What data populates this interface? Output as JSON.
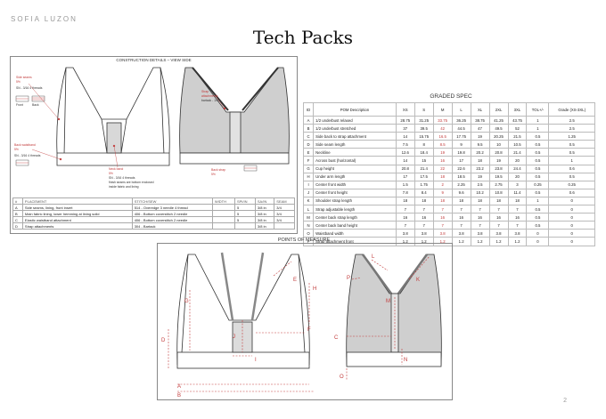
{
  "brand": "SOFIA LUZON",
  "page_title": "Tech Packs",
  "page_number": "2",
  "construction": {
    "title": "CONSTRUCTION DETAILS – VIEW SIDE",
    "notes": {
      "n1": "Side seams",
      "n1b": "5%",
      "n1c": "SN - 3/16 4 threads",
      "n2": "Back waistband",
      "n2b": "5%",
      "n2c": "SN - 3/16 4 threads",
      "n3": "Back strap",
      "n3b": "5%",
      "n4": "Neck band",
      "n4b": "5%",
      "n4c": "SN - 3/16 4 threads",
      "n4d": "finish seams are bottom enclosed",
      "n4e": "inside fabric and lining",
      "n5": "Strap",
      "n5b": "attachments",
      "n5c": "bartack - 1/4x",
      "front": "Front",
      "back": "Back"
    },
    "columns": [
      "#",
      "PLACEMENT",
      "STITCH/SEW",
      "WIDTH",
      "SPI/IN",
      "SA/IN",
      "SEAM"
    ],
    "rows": [
      [
        "A",
        "Side seams, lining, front insert",
        "514 - Overedge 3 needle 4 thread",
        "",
        "5",
        "3/8 in",
        "3/4"
      ],
      [
        "B",
        "Main fabric lining, lower hemming at lining solid",
        "406 - Bottom coverstitch 2 needle",
        "",
        "5",
        "3/8 in",
        "3/4"
      ],
      [
        "C",
        "Elastic waistband attachment",
        "406 - Bottom coverstitch 2 needle",
        "",
        "5",
        "3/8 in",
        "3/4"
      ],
      [
        "D",
        "Strap attachments",
        "304 - Bartack",
        "",
        "",
        "3/8 in",
        ""
      ]
    ]
  },
  "graded_spec": {
    "title": "GRADED SPEC",
    "headers": [
      "ID",
      "POM Description",
      "XS",
      "S",
      "M",
      "L",
      "XL",
      "2XL",
      "3XL",
      "TOL+/-",
      "Grade (XS-3XL)"
    ],
    "rows": [
      [
        "A",
        "1/2 underbust relaxed",
        "28.75",
        "31.25",
        "33.75",
        "36.25",
        "38.75",
        "41.25",
        "43.75",
        "1",
        "2.5"
      ],
      [
        "B",
        "1/2 underbust stretched",
        "37",
        "39.5",
        "42",
        "44.5",
        "47",
        "49.5",
        "52",
        "1",
        "2.5"
      ],
      [
        "C",
        "Side back to strap attachment",
        "14",
        "15.75",
        "16.5",
        "17.75",
        "19",
        "20.25",
        "21.5",
        "0.5",
        "1.25"
      ],
      [
        "D",
        "Side seam length",
        "7.5",
        "8",
        "8.5",
        "9",
        "9.5",
        "10",
        "10.5",
        "0.5",
        "0.5"
      ],
      [
        "E",
        "Neckline",
        "12.6",
        "18.4",
        "19",
        "19.8",
        "20.2",
        "20.8",
        "21.4",
        "0.5",
        "0.5"
      ],
      [
        "F",
        "Across bust (horizontal)",
        "14",
        "15",
        "16",
        "17",
        "18",
        "19",
        "20",
        "0.5",
        "1"
      ],
      [
        "G",
        "Cup height",
        "20.8",
        "21.4",
        "22",
        "22.6",
        "23.2",
        "23.8",
        "24.4",
        "0.5",
        "0.6"
      ],
      [
        "H",
        "Under arm length",
        "17",
        "17.5",
        "18",
        "18.5",
        "19",
        "19.5",
        "20",
        "0.5",
        "0.5"
      ],
      [
        "I",
        "Center front width",
        "1.5",
        "1.75",
        "2",
        "2.25",
        "2.5",
        "2.75",
        "3",
        "0.25",
        "0.25"
      ],
      [
        "J",
        "Center front height",
        "7.8",
        "8.4",
        "9",
        "9.6",
        "10.2",
        "10.8",
        "11.4",
        "0.5",
        "0.6"
      ],
      [
        "K",
        "Shoulder strap length",
        "18",
        "18",
        "18",
        "18",
        "18",
        "18",
        "18",
        "1",
        "0"
      ],
      [
        "L",
        "Strap adjustable length",
        "7",
        "7",
        "7",
        "7",
        "7",
        "7",
        "7",
        "0.5",
        "0"
      ],
      [
        "M",
        "Center back strap length",
        "16",
        "16",
        "16",
        "16",
        "16",
        "16",
        "16",
        "0.5",
        "0"
      ],
      [
        "N",
        "Center back band height",
        "7",
        "7",
        "7",
        "7",
        "7",
        "7",
        "7",
        "0.5",
        "0"
      ],
      [
        "O",
        "Waistband width",
        "3.8",
        "3.8",
        "3.8",
        "3.8",
        "3.8",
        "3.8",
        "3.8",
        "0",
        "0"
      ],
      [
        "P",
        "Strap attachment front",
        "1.2",
        "1.2",
        "1.2",
        "1.2",
        "1.2",
        "1.2",
        "1.2",
        "0",
        "0"
      ]
    ]
  },
  "pom": {
    "title": "POINTS OF MEASURE",
    "front_labels": [
      "A",
      "B",
      "D",
      "E",
      "F",
      "G",
      "H",
      "I",
      "J"
    ],
    "back_labels": [
      "C",
      "K",
      "L",
      "M",
      "N",
      "O",
      "P"
    ]
  },
  "colors": {
    "accent": "#c23b3b",
    "line": "#333333",
    "mesh": "#bdbdbd"
  }
}
